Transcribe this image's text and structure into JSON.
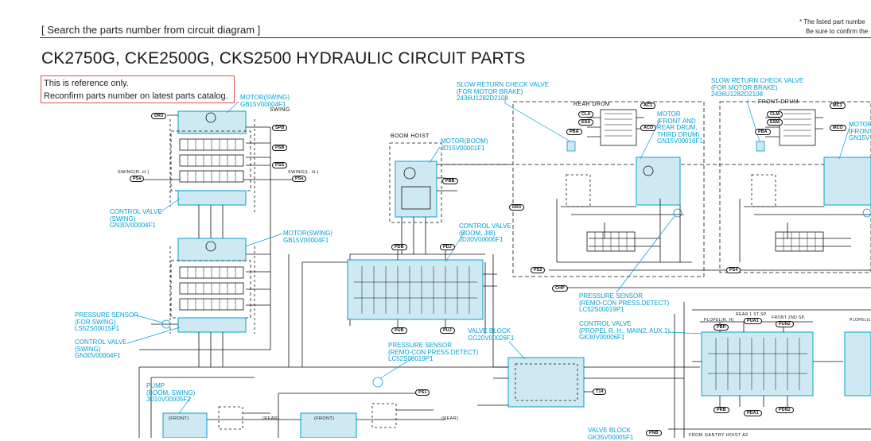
{
  "header": {
    "section": "[ Search the parts number from circuit diagram ]",
    "note_line1": "* The listed part numbe",
    "note_line2": "Be sure to confirm the",
    "title": "CK2750G, CKE2500G, CKS2500 HYDRAULIC CIRCUIT PARTS"
  },
  "reference": {
    "line1": "This is reference only.",
    "line2": "Reconfirm parts number on latest parts catalog."
  },
  "colors": {
    "accent": "#00a0d2",
    "component_fill": "#cfe9f3",
    "line": "#111111",
    "reference_border": "#d9534f"
  },
  "blocks": {
    "swing": "SWING",
    "boom_hoist": "BOOM HOIST",
    "rear_drum": "REAR DRUM",
    "front_drum": "FRONT DRUM"
  },
  "labels": {
    "motor_swing_1": [
      "MOTOR(SWING)",
      "GB15V00004F1"
    ],
    "control_valve_swing_1": [
      "CONTROL VALVE",
      "(SWING)",
      "GN30V00004F1"
    ],
    "motor_swing_2": [
      "MOTOR(SWING)",
      "GB15V00004F1"
    ],
    "pressure_sensor_swing": [
      "PRESSURE SENSOR",
      "(FOR SWING)",
      "LS52S00015P1"
    ],
    "control_valve_swing_2": [
      "CONTROL VALVE",
      "(SWING)",
      "GN30V00004F1"
    ],
    "pump": [
      "PUMP",
      "(BOOM, SWING)",
      "JD10V00005F2"
    ],
    "motor_boom": [
      "MOTOR(BOOM)",
      "JD15V00001F1"
    ],
    "control_valve_boom": [
      "CONTROL VALVE",
      "(BOOM, JIB)",
      "JD30V00006F1"
    ],
    "pressure_sensor_remo_1": [
      "PRESSURE SENSOR",
      "(REMO-CON PRESS.DETECT)",
      "LC52S00019P1"
    ],
    "valve_block_1": [
      "VALVE BLOCK",
      "GG20V00026F1"
    ],
    "slow_return_1": [
      "SLOW RETURN CHECK VALVE",
      "(FOR MOTOR BRAKE)",
      "2436U1282D2108"
    ],
    "motor_drum": [
      "MOTOR",
      "(FRONT AND",
      "REAR DRUM,",
      "THIRD DRUM)",
      "GN15V00016F1"
    ],
    "pressure_sensor_remo_2": [
      "PRESSURE SENSOR",
      "(REMO-CON PRESS.DETECT)",
      "LC52S00019P1"
    ],
    "control_valve_propel": [
      "CONTROL VALVE",
      "(PROPEL R. H., MAIN2, AUX.1)",
      "GK30V00006F1"
    ],
    "slow_return_2": [
      "SLOW RETURN CHECK VALVE",
      "(FOR MOTOR BRAKE)",
      "2436U1282D2108"
    ],
    "motor_front_partial": [
      "MOTOR",
      "(FRONT",
      "GN15V"
    ],
    "valve_block_2": [
      "VALVE BLOCK",
      "GK35V00005F1"
    ]
  },
  "ports": [
    "DR3",
    "SPB",
    "PSB",
    "PSS",
    "PSa",
    "PSa",
    "PBB",
    "DR3",
    "PDB",
    "PDJ",
    "PUB",
    "PUJ",
    "PS1",
    "T14",
    "PBA",
    "PS2",
    "CHP",
    "PBA",
    "PS4",
    "PBP",
    "PUA1",
    "PUN2",
    "PRB",
    "PDA1",
    "PDN2",
    "PNB"
  ],
  "small_text": {
    "swing_rh": "SWING(R. H.)",
    "swing_lh": "SWING(L. H.)",
    "front": "(FRONT)",
    "rear": "(REAR)",
    "front2": "(FRONT)",
    "rear2": "(REAR)",
    "from_gantry": "FROM GANTRY HOIST A2",
    "aci": "AC1",
    "aco": "ACO",
    "mci": "MC1",
    "mco": "MCO",
    "cla": "CLA",
    "esa": "ESA",
    "clm": "CLM",
    "esm": "ESM",
    "plopel": "PLOPEL(R. H)",
    "plopel2": "PLOPEL(L",
    "rear1": "REAR 1 ST SP.",
    "front2nd": "FRONT 2ND SP."
  }
}
